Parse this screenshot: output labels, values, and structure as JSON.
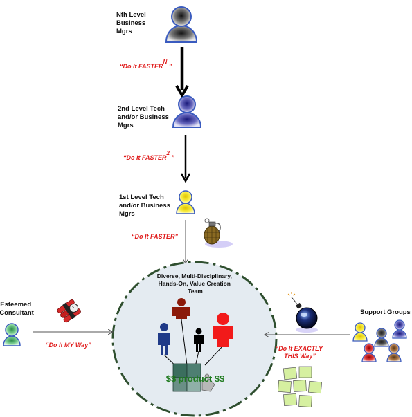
{
  "nodes": {
    "nth_level": [
      "Nth Level",
      "Business",
      "Mgrs"
    ],
    "second_level": [
      "2nd Level Tech",
      "and/or Business",
      "Mgrs"
    ],
    "first_level": [
      "1st Level Tech",
      "and/or Business",
      "Mgrs"
    ],
    "consultant": [
      "Esteemed",
      "Consultant"
    ],
    "support": "Support Groups"
  },
  "quotes": {
    "nth": {
      "text": "“Do It FASTER",
      "sup": "N",
      "end": " ”"
    },
    "second": {
      "text": "“Do It FASTER",
      "sup": "2",
      "end": " ”"
    },
    "first": "“Do It FASTER”",
    "consultant": "“Do It MY Way”",
    "support": [
      "“Do It EXACTLY",
      "THIS Way”"
    ]
  },
  "team": {
    "title": [
      "Diverse, Multi-Disciplinary,",
      "Hands-On, Value Creation",
      "Team"
    ],
    "product": "$$ product $$"
  },
  "colors": {
    "quote_red": "#e01b1b",
    "circle_fill": "#e4ebf1",
    "circle_border": "#2f4f2f",
    "product_green": "#1e7a1e"
  }
}
